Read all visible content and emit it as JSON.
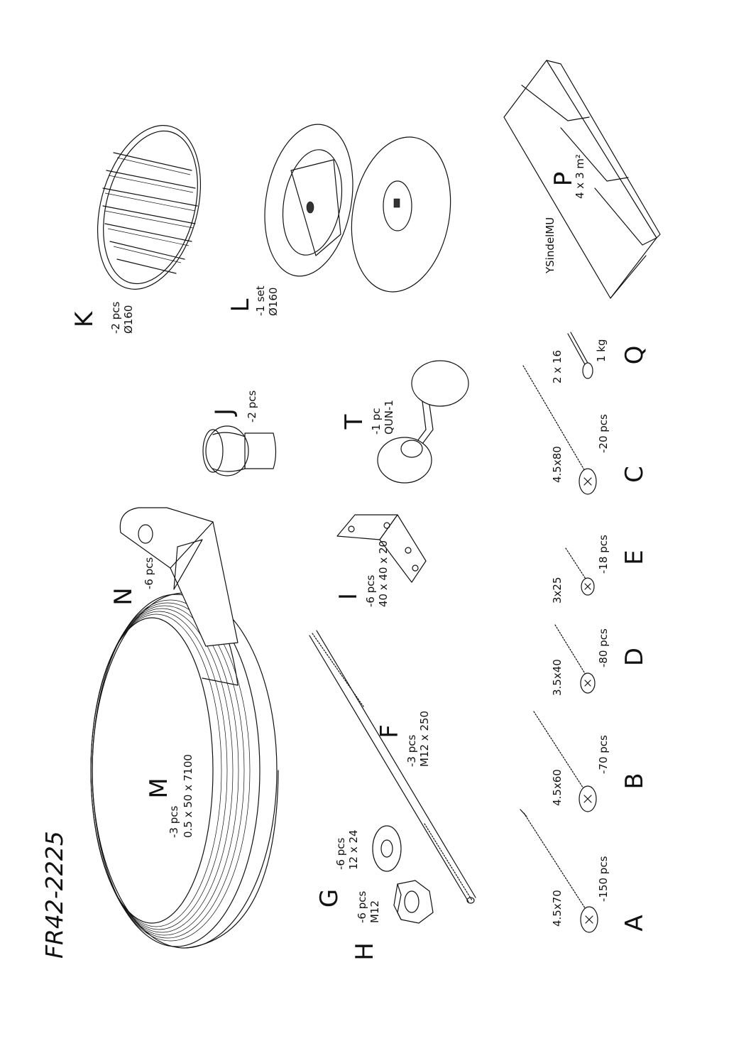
{
  "document": {
    "code": "FR42-2225"
  },
  "parts": {
    "A": {
      "letter": "A",
      "qty": "-150 pcs",
      "size": "4.5x70"
    },
    "B": {
      "letter": "B",
      "qty": "-70 pcs",
      "size": "4.5x60"
    },
    "C": {
      "letter": "C",
      "qty": "-20 pcs",
      "size": "4.5x80"
    },
    "D": {
      "letter": "D",
      "qty": "-80 pcs",
      "size": "3.5x40"
    },
    "E": {
      "letter": "E",
      "qty": "-18 pcs",
      "size": "3x25"
    },
    "F": {
      "letter": "F",
      "qty": "-3 pcs",
      "size": "M12 x 250"
    },
    "G": {
      "letter": "G",
      "qty": "-6 pcs",
      "size": "12 x 24"
    },
    "H": {
      "letter": "H",
      "qty": "-6 pcs",
      "size": "M12"
    },
    "I": {
      "letter": "I",
      "qty": "-6 pcs",
      "size": "40 x 40 x 20"
    },
    "J": {
      "letter": "J",
      "qty": "-2 pcs"
    },
    "K": {
      "letter": "K",
      "qty": "-2 pcs",
      "size": "Ø160"
    },
    "L": {
      "letter": "L",
      "qty": "-1 set",
      "size": "Ø160"
    },
    "M": {
      "letter": "M",
      "qty": "-3 pcs",
      "size": "0.5 x 50 x 7100"
    },
    "N": {
      "letter": "N",
      "qty": "-6 pcs"
    },
    "P": {
      "letter": "P",
      "size": "4 x 3 m²",
      "product": "YSindelMU"
    },
    "Q": {
      "letter": "Q",
      "qty": "1 kg",
      "size": "2 x 16"
    },
    "T": {
      "letter": "T",
      "qty": "-1 pc",
      "size": "QUN-1"
    }
  }
}
